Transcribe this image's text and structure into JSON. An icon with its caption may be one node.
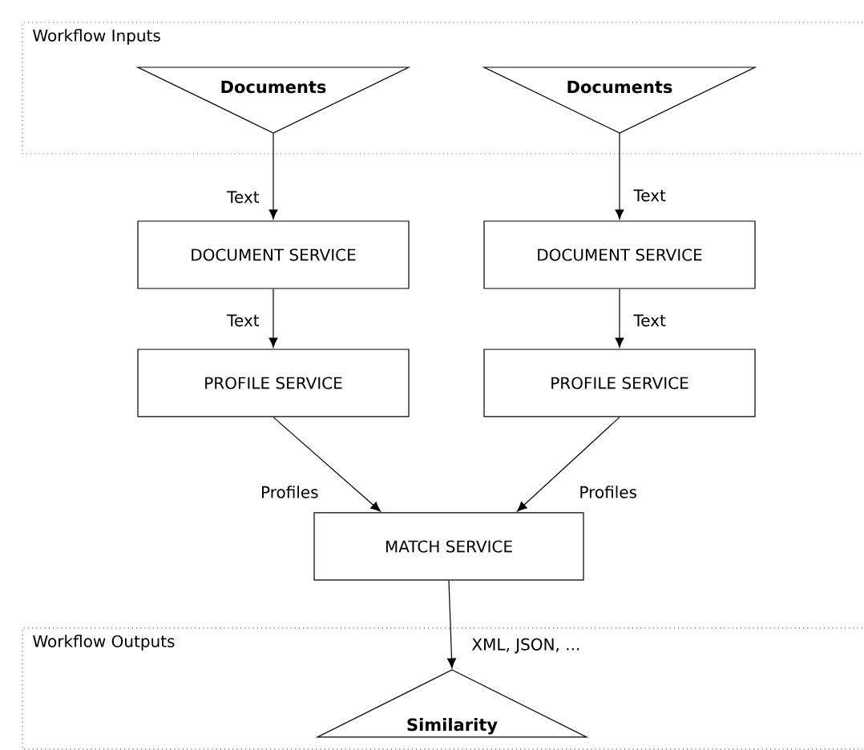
{
  "diagram": {
    "nodes": [
      {
        "text": [
          "Workflow Inputs"
        ]
      },
      {
        "text": [
          "Documents"
        ],
        "in": 0
      },
      {
        "text": [
          "Documents"
        ],
        "in": 0
      },
      {
        "text": [
          "DOCUMENT SERVICE"
        ]
      },
      {
        "text": [
          "DOCUMENT SERVICE"
        ]
      },
      {
        "text": [
          "PROFILE SERVICE"
        ]
      },
      {
        "text": [
          "PROFILE SERVICE"
        ]
      },
      {
        "text": [
          "MATCH SERVICE"
        ]
      },
      {
        "text": [
          "Workflow Outputs"
        ]
      },
      {
        "text": [
          "Similarity"
        ],
        "in": 8
      }
    ],
    "edges": [
      {
        "from": 1,
        "to": 3,
        "arrow": "to",
        "label": "Text"
      },
      {
        "from": 2,
        "to": 4,
        "arrow": "to",
        "label": "Text"
      },
      {
        "from": 3,
        "to": 5,
        "arrow": "to",
        "label": "Text"
      },
      {
        "from": 4,
        "to": 6,
        "arrow": "to",
        "label": "Text"
      },
      {
        "from": 5,
        "to": 7,
        "arrow": "to",
        "label": "Profiles"
      },
      {
        "from": 6,
        "to": 7,
        "arrow": "to",
        "label": "Profiles"
      },
      {
        "from": 7,
        "to": 9,
        "arrow": "to",
        "label": "XML, JSON, ..."
      }
    ]
  }
}
